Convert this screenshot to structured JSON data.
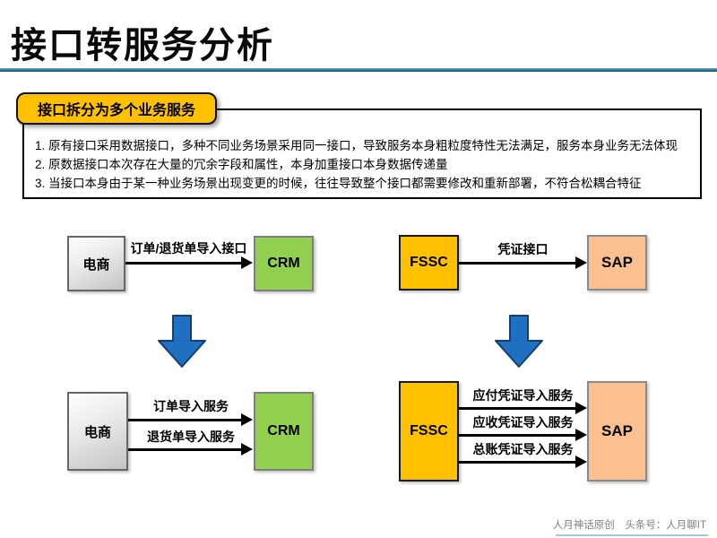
{
  "header": {
    "title": "接口转服务分析",
    "rule_color": "#2B7899"
  },
  "callout": {
    "label": "接口拆分为多个业务服务",
    "bg_color": "#FFC000"
  },
  "notes": {
    "items": [
      "1. 原有接口采用数据接口，多种不同业务场景采用同一接口，导致服务本身粗粒度特性无法满足，服务本身业务无法体现",
      "2. 原数据接口本次存在大量的冗余字段和属性，本身加重接口本身数据传递量",
      "3. 当接口本身由于某一种业务场景出现变更的时候，往往导致整个接口都需要修改和重新部署，不符合松耦合特征"
    ]
  },
  "flows": [
    {
      "source": "电商",
      "target": "CRM",
      "arrows": [
        "订单/退货单导入接口"
      ]
    },
    {
      "source": "FSSC",
      "target": "SAP",
      "arrows": [
        "凭证接口"
      ]
    },
    {
      "source": "电商",
      "target": "CRM",
      "arrows": [
        "订单导入服务",
        "退货单导入服务"
      ]
    },
    {
      "source": "FSSC",
      "target": "SAP",
      "arrows": [
        "应付凭证导入服务",
        "应收凭证导入服务",
        "总账凭证导入服务"
      ]
    }
  ],
  "colors": {
    "ecommerce_box": "#D9D9D9",
    "crm_box": "#92D050",
    "fssc_box": "#FFC000",
    "sap_box": "#FAC090",
    "flow_arrow": "#000000",
    "transform_arrow": "#1F70C1"
  },
  "footer": {
    "credit": "人月神话原创　头条号：人月聊IT"
  }
}
